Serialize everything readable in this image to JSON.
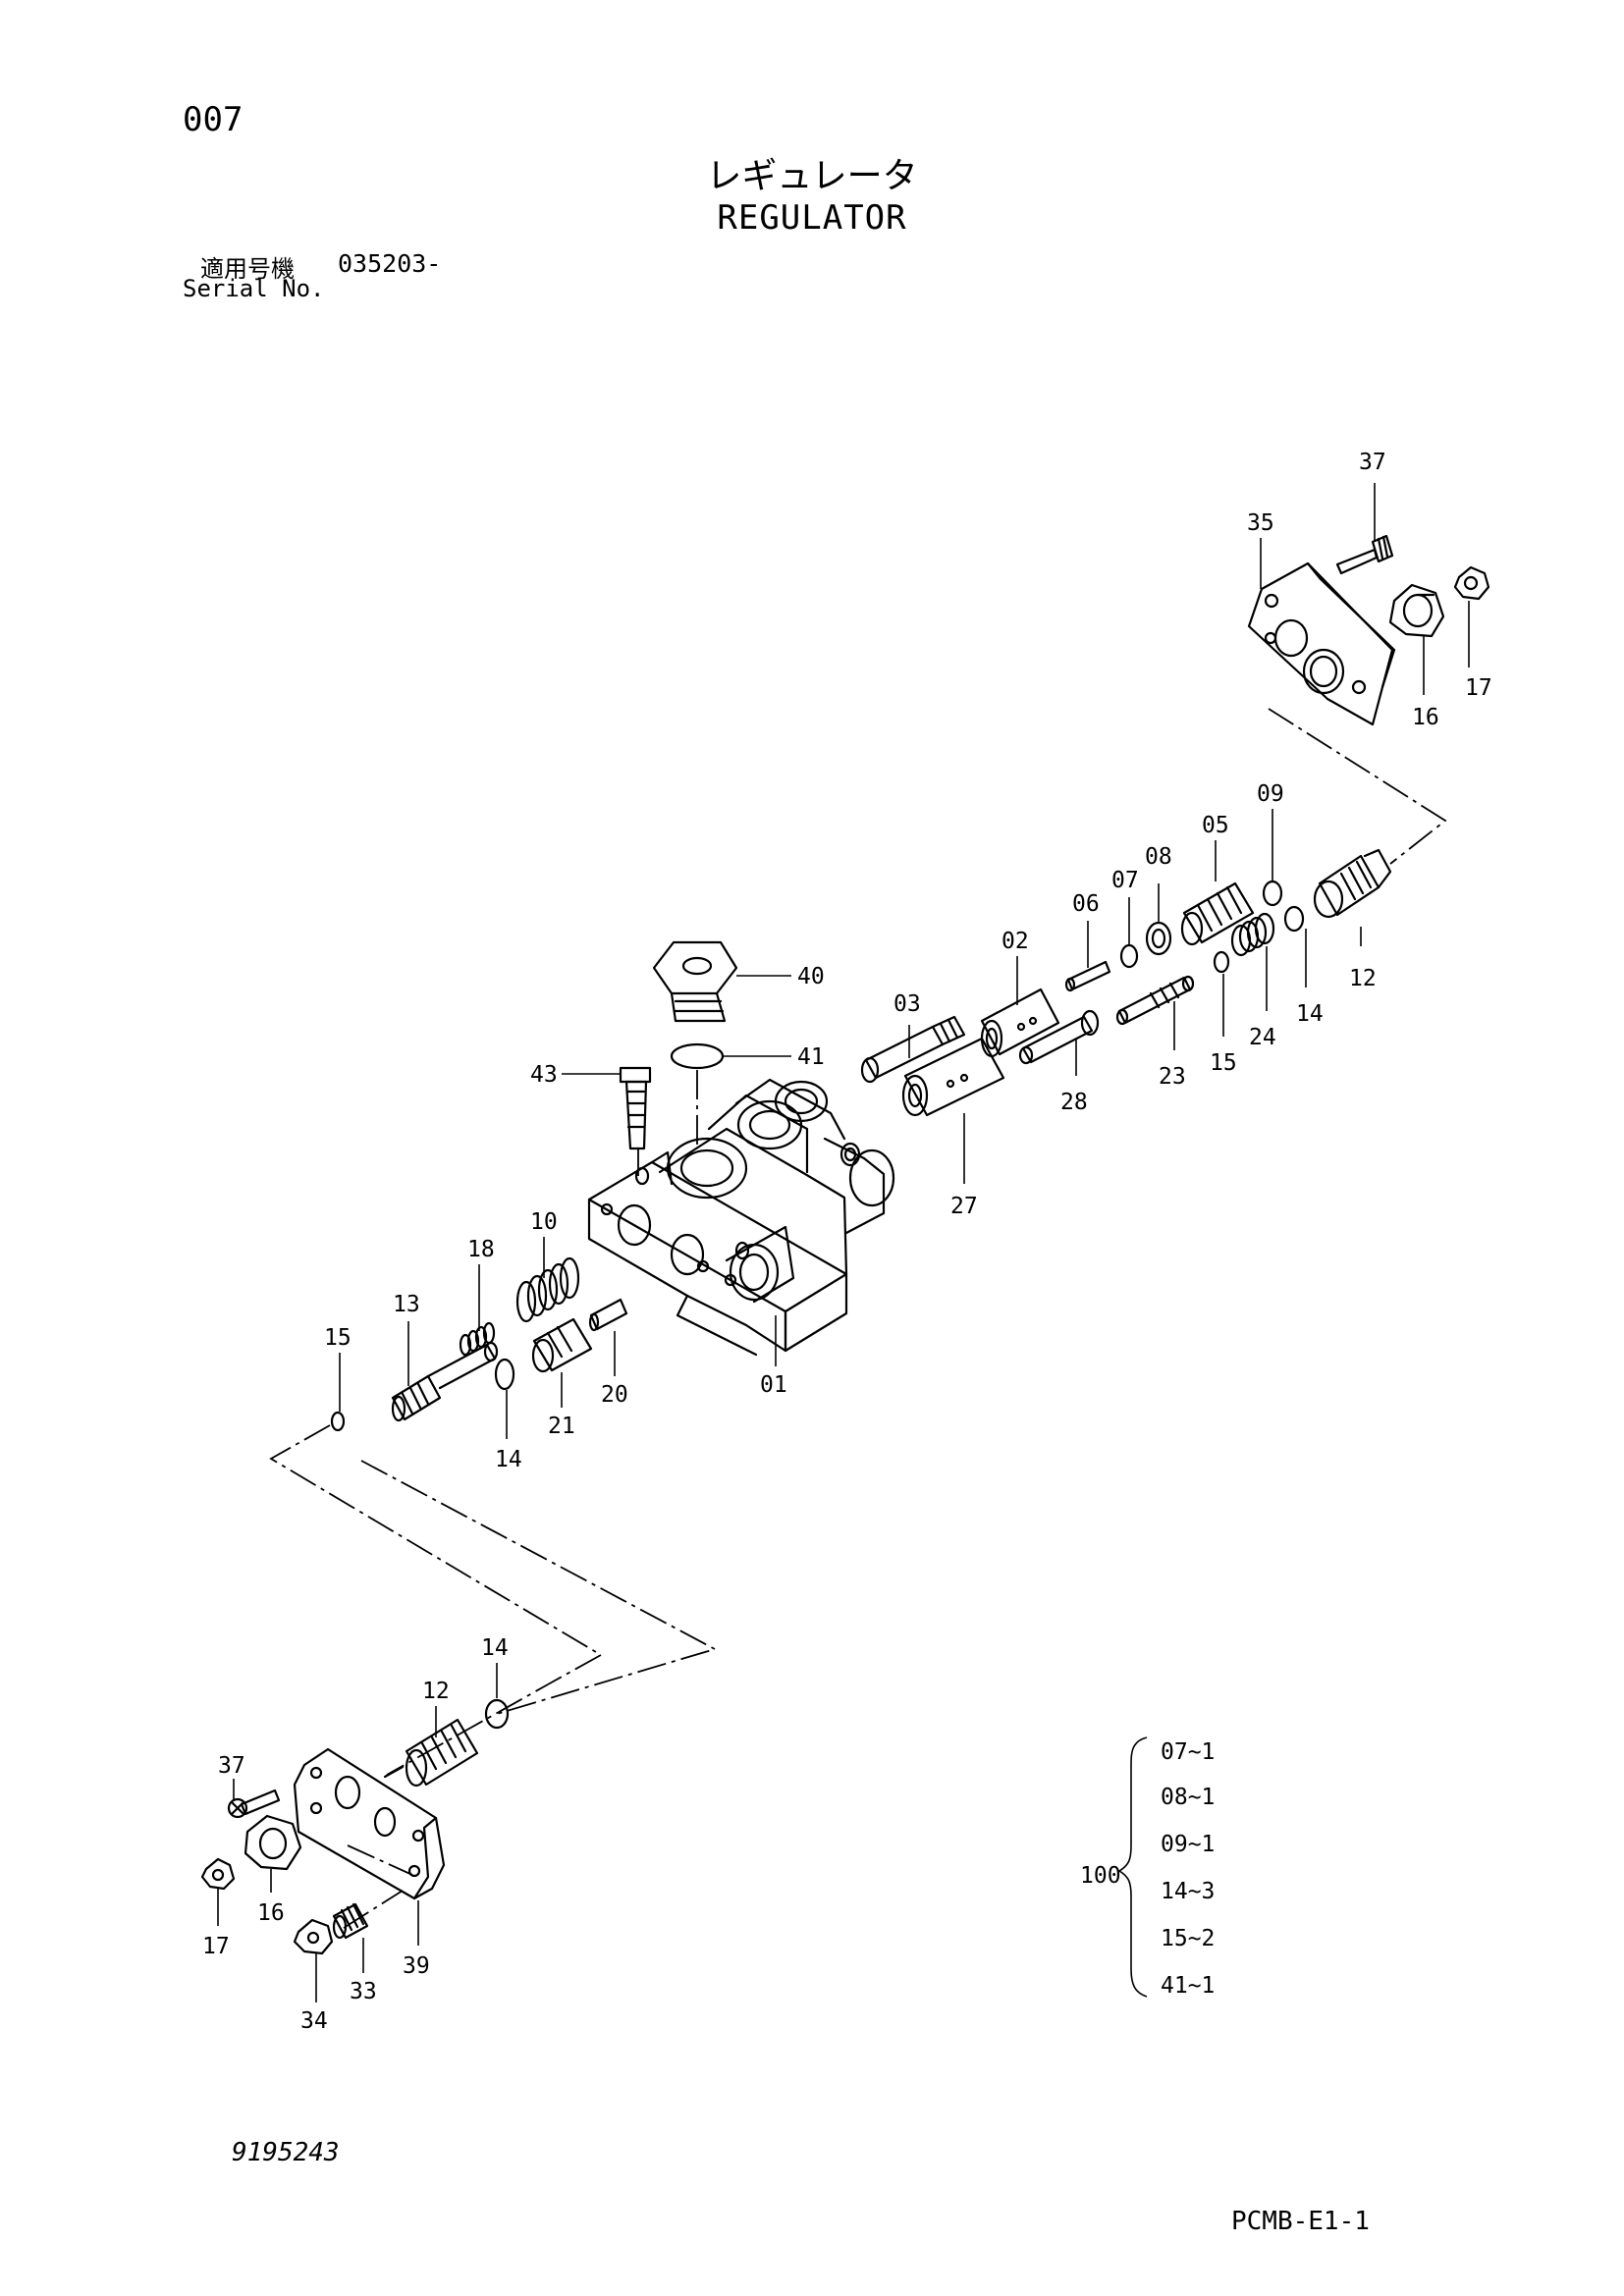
{
  "header": {
    "page_no": "007",
    "title_ja": "レギュレータ",
    "title_en": "REGULATOR",
    "serial_label_ja": "適用号機",
    "serial_value": "035203-",
    "serial_label_en": "Serial No."
  },
  "callouts": {
    "c37a": "37",
    "c35": "35",
    "c17a": "17",
    "c16a": "16",
    "c09": "09",
    "c05": "05",
    "c08": "08",
    "c07": "07",
    "c06": "06",
    "c02": "02",
    "c03": "03",
    "c40": "40",
    "c41": "41",
    "c43": "43",
    "c12a": "12",
    "c14a": "14",
    "c24": "24",
    "c15a": "15",
    "c23": "23",
    "c28": "28",
    "c27": "27",
    "c10": "10",
    "c18": "18",
    "c13": "13",
    "c15b": "15",
    "c14b": "14",
    "c21": "21",
    "c20": "20",
    "c01": "01",
    "c14c": "14",
    "c12b": "12",
    "c37b": "37",
    "c16b": "16",
    "c17b": "17",
    "c39": "39",
    "c33": "33",
    "c34": "34"
  },
  "kit": {
    "number": "100",
    "items": [
      "07~1",
      "08~1",
      "09~1",
      "14~3",
      "15~2",
      "41~1"
    ]
  },
  "footer": {
    "drawing_no": "9195243",
    "catalog_code": "PCMB-E1-1"
  }
}
